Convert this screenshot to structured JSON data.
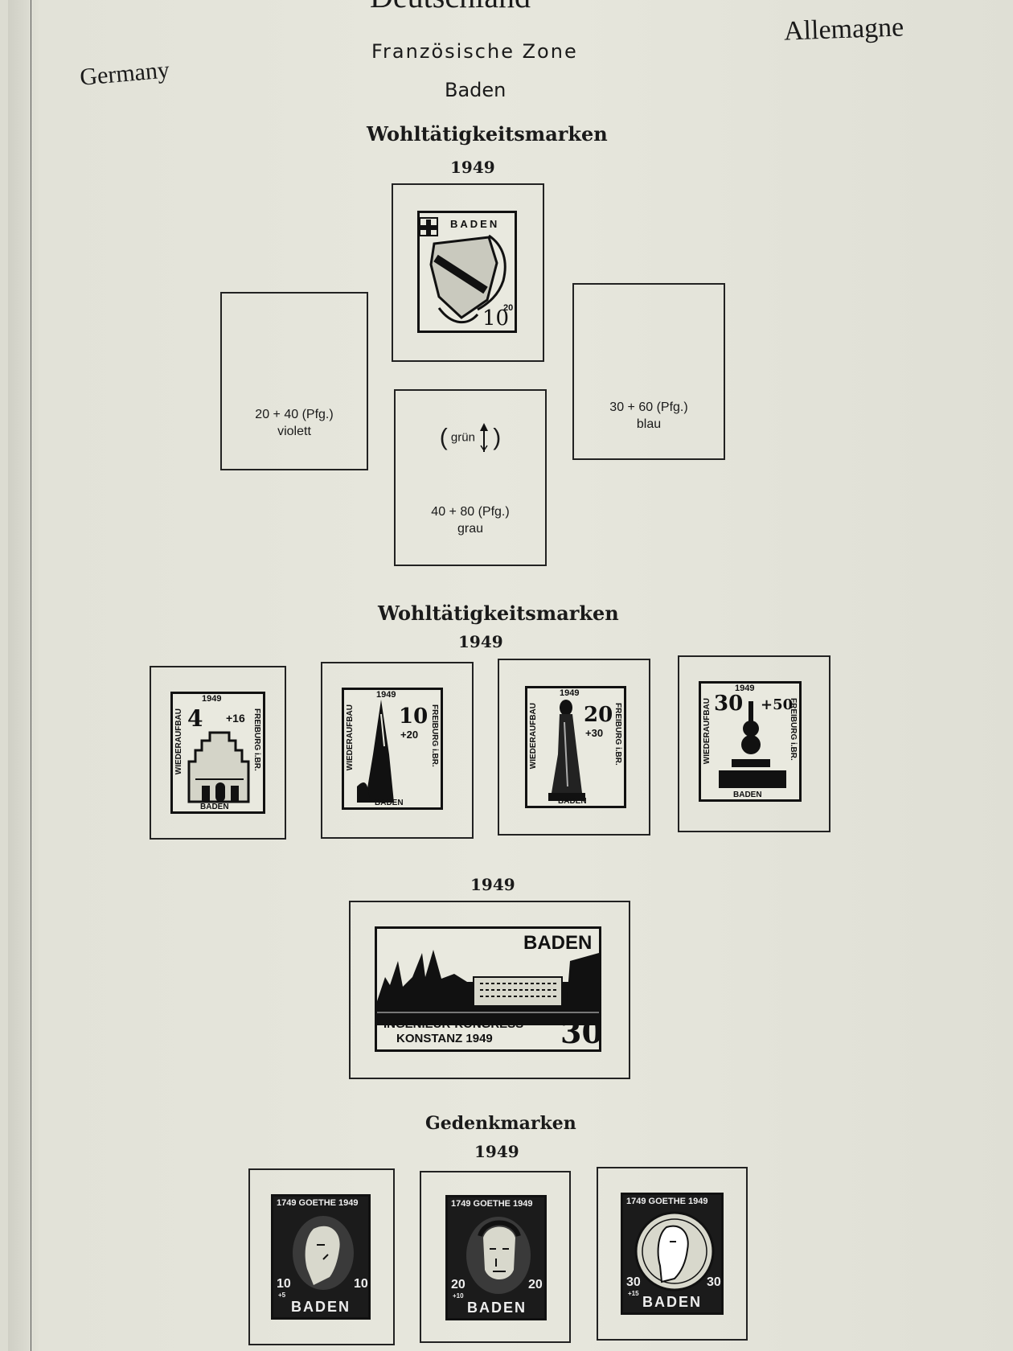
{
  "header": {
    "country_de": "Deutschland",
    "country_en": "Germany",
    "country_fr": "Allemagne",
    "zone": "Französische Zone",
    "region": "Baden"
  },
  "section1": {
    "title": "Wohltätigkeitsmarken",
    "year": "1949",
    "stamp_top": {
      "country": "BADEN",
      "value": "10",
      "surcharge": "20"
    },
    "slot_left": {
      "value": "20 + 40 (Pfg.)",
      "color": "violett"
    },
    "slot_right": {
      "value": "30 + 60 (Pfg.)",
      "color": "blau"
    },
    "slot_bottom": {
      "variant": "grün",
      "value": "40 + 80 (Pfg.)",
      "color": "grau"
    }
  },
  "section2": {
    "title": "Wohltätigkeitsmarken",
    "year": "1949",
    "stamps": [
      {
        "year": "1949",
        "value": "4",
        "surcharge": "+16",
        "left_text": "WIEDERAUFBAU",
        "right_text": "FREIBURG i.BR.",
        "country": "BADEN"
      },
      {
        "year": "1949",
        "value": "10",
        "surcharge": "+20",
        "left_text": "WIEDERAUFBAU",
        "right_text": "FREIBURG i.BR.",
        "country": "BADEN"
      },
      {
        "year": "1949",
        "value": "20",
        "surcharge": "+30",
        "left_text": "WIEDERAUFBAU",
        "right_text": "FREIBURG i.BR.",
        "country": "BADEN"
      },
      {
        "year": "1949",
        "value": "30",
        "surcharge": "+50",
        "left_text": "WIEDERAUFBAU",
        "right_text": "FREIBURG i.BR.",
        "country": "BADEN"
      }
    ]
  },
  "section3": {
    "year": "1949",
    "stamp": {
      "country": "BADEN",
      "line1": "INGENIEUR-KONGRESS",
      "line2": "KONSTANZ 1949",
      "value": "30"
    }
  },
  "section4": {
    "title": "Gedenkmarken",
    "year": "1949",
    "stamps": [
      {
        "header": "1749 GOETHE 1949",
        "value": "10",
        "surcharge": "+5",
        "country": "BADEN"
      },
      {
        "header": "1749 GOETHE 1949",
        "value": "20",
        "surcharge": "+10",
        "country": "BADEN"
      },
      {
        "header": "1749 GOETHE 1949",
        "value": "30",
        "surcharge": "+15",
        "country": "BADEN"
      }
    ]
  }
}
